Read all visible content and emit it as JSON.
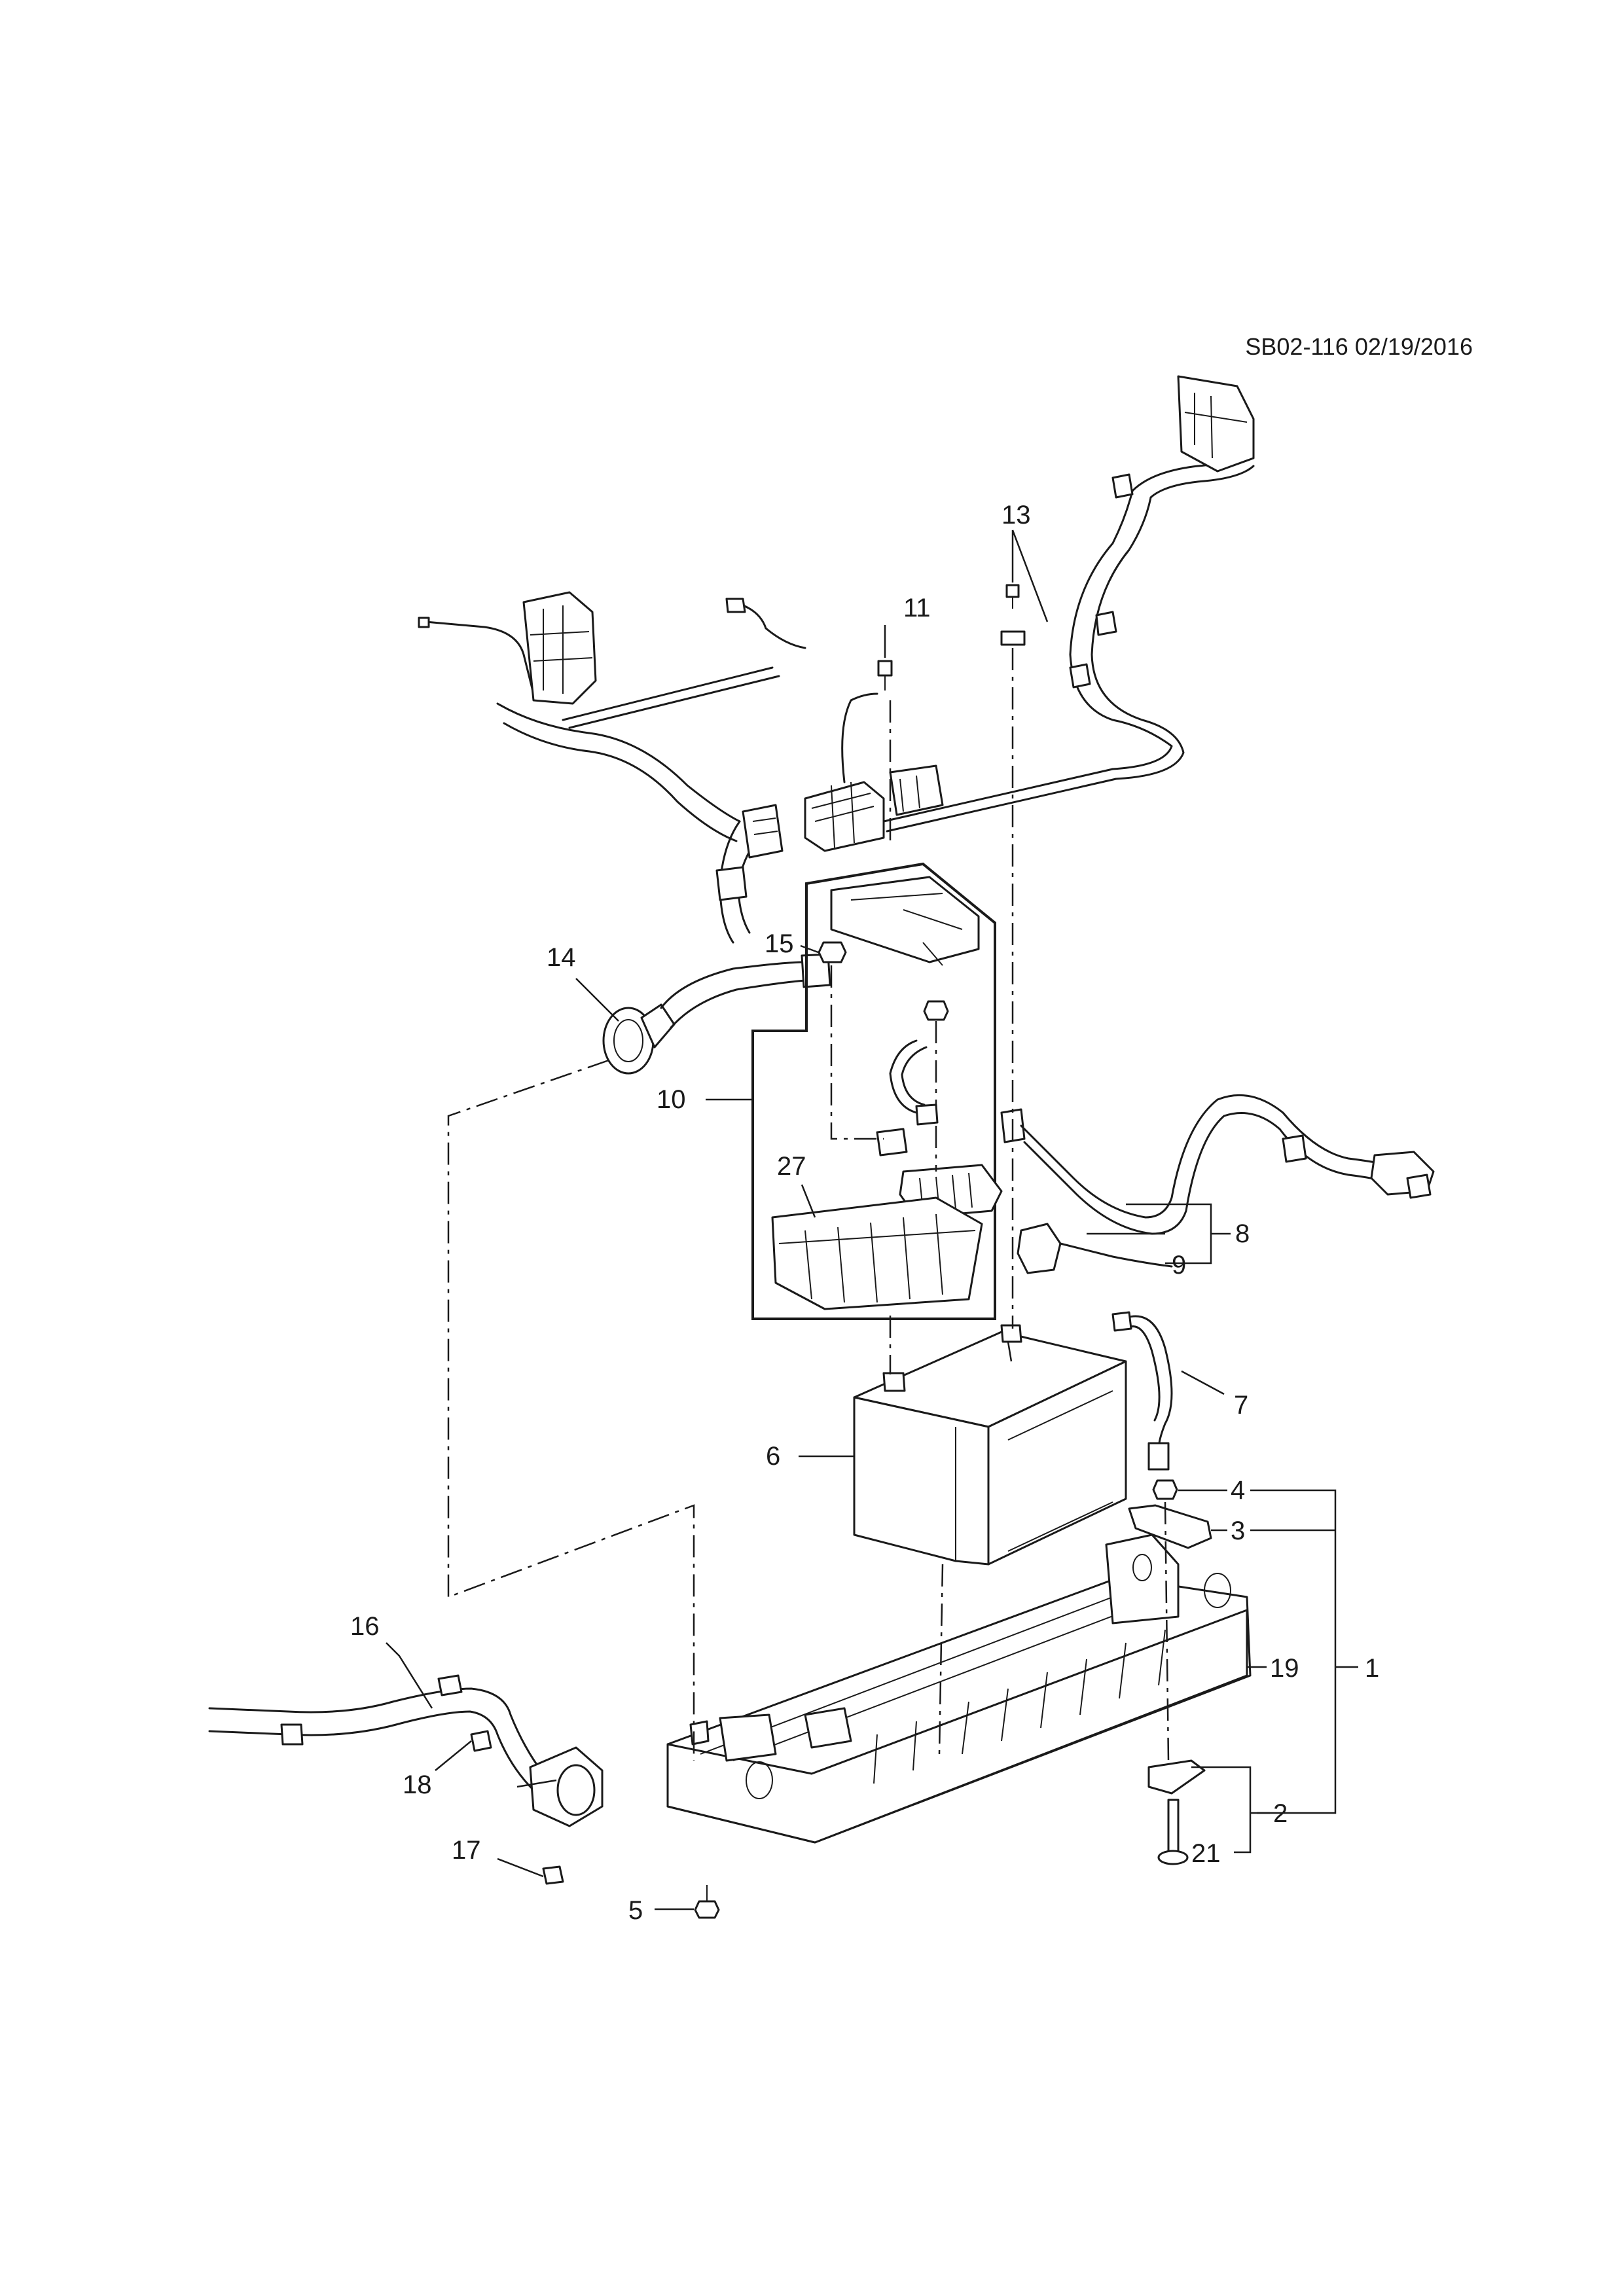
{
  "doc_ref": "SB02-116 02/19/2016",
  "callouts": {
    "c1": "1",
    "c2": "2",
    "c3": "3",
    "c4": "4",
    "c5": "5",
    "c6": "6",
    "c7": "7",
    "c8": "8",
    "c9": "9",
    "c10": "10",
    "c11": "11",
    "c13": "13",
    "c14": "14",
    "c15": "15",
    "c16": "16",
    "c17": "17",
    "c18": "18",
    "c19": "19",
    "c21": "21",
    "c27": "27"
  }
}
